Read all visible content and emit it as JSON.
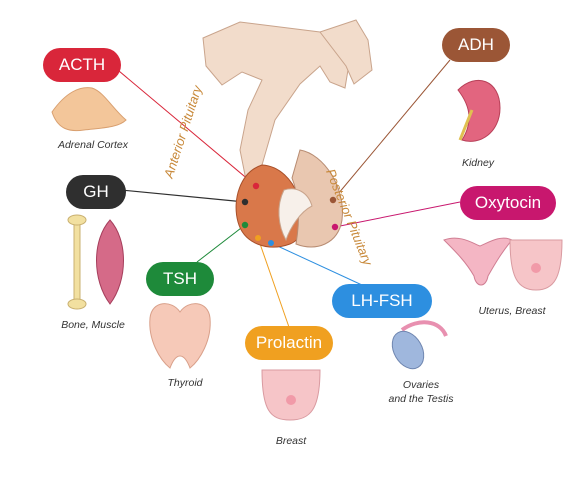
{
  "regions": {
    "anterior": "Anterior Pituitary",
    "posterior": "Posterior Pituitary"
  },
  "hormones": {
    "acth": "ACTH",
    "gh": "GH",
    "tsh": "TSH",
    "prolactin": "Prolactin",
    "lhfsh": "LH-FSH",
    "adh": "ADH",
    "oxytocin": "Oxytocin"
  },
  "targets": {
    "adrenal": "Adrenal Cortex",
    "bone_muscle": "Bone, Muscle",
    "thyroid": "Thyroid",
    "breast": "Breast",
    "ovaries_line1": "Ovaries",
    "ovaries_line2": "and the Testis",
    "kidney": "Kidney",
    "uterus_breast": "Uterus, Breast"
  },
  "colors": {
    "acth": "#d9263a",
    "gh": "#2f2f2f",
    "tsh": "#1e8a3a",
    "prolactin": "#f0a020",
    "lhfsh": "#2d8fe0",
    "adh": "#9b5636",
    "oxytocin": "#c8176e"
  }
}
